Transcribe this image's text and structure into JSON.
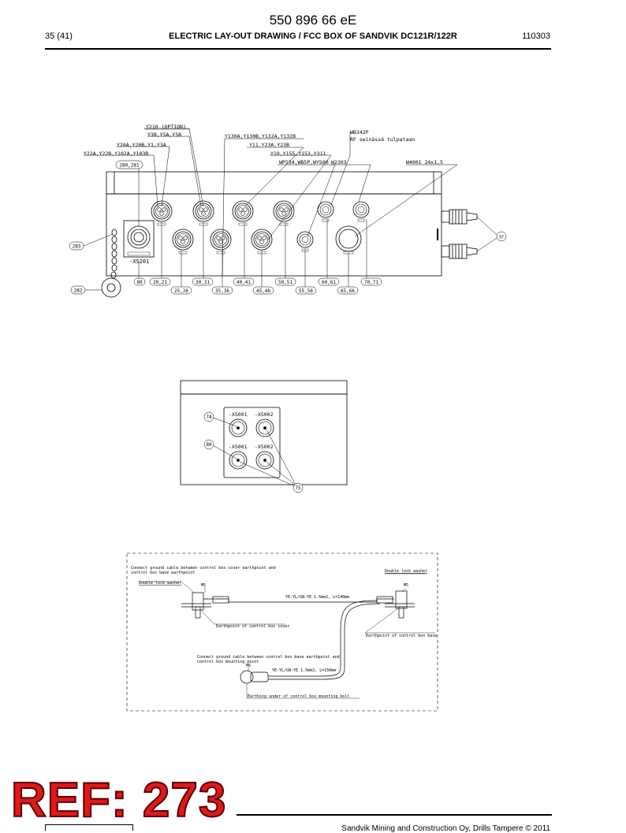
{
  "header": {
    "doc_number": "550 896 66 eE",
    "page": "35 (41)",
    "title": "ELECTRIC LAY-OUT DRAWING / FCC BOX OF SANDVIK DC121R/122R",
    "date": "110303"
  },
  "drawing1": {
    "labels_top": {
      "y210": "Y210 (OPTION)",
      "y3b": "Y3B,Y5A,Y5B",
      "y20a": "Y20A,Y20B,Y1,Y3A",
      "y22a": "Y22A,Y22B,Y102A,Y103B",
      "y130a": "Y130A,Y130B,Y132A,Y132B",
      "y11": "Y11,Y23A,Y23B",
      "y10": "Y10,Y155,Y153,Y311",
      "wp534": "WP534,WB5P,WY500",
      "wb342p": "WB342P",
      "rf": "RF seinässä tulpataan",
      "w2303": "W2303",
      "w4001": "W4001 24x1,5"
    },
    "circled": {
      "c280": "280,281",
      "c283": "283",
      "c282": "282",
      "c80": "80",
      "c20": "20,21",
      "c25": "25,26",
      "c30": "30,31",
      "c35": "35,36",
      "c40": "40,41",
      "c45": "45,46",
      "c50": "50,51",
      "c55": "55,56",
      "c60": "60,61",
      "c65": "65,66",
      "c70": "70,71",
      "c97": "97"
    },
    "xs201": "-XS201"
  },
  "drawing2": {
    "c74": "74",
    "c80": "80",
    "c75": "75",
    "x5001_top": "-X5001",
    "x5002_top": "-X5002",
    "x5001_bot": "-X5001",
    "x5002_bot": "-X5002"
  },
  "drawing3": {
    "note1_l1": "Connect ground cable between control box cover earthpoint and",
    "note1_l2": "control box base earthpoint",
    "dlw_left": "Double lock washer",
    "dlw_right": "Double lock washer",
    "m5_left": "M5",
    "m5_right": "M5",
    "m6": "M6",
    "cable1": "YE-YL/GN-YE 1.5mm2, L=140mm",
    "earth_cover": "Earthpoint of control box cover",
    "earth_base": "Earthpoint of control box base",
    "note2_l1": "Connect ground cable between control box base earthpoint and",
    "note2_l2": "control box mounting point",
    "cable2": "YE-YL/GN-YE 1.5mm2, L=150mm",
    "mount": "Earthing under of control box mounting bolt"
  },
  "stamp": {
    "ref": "REF: 273"
  },
  "footer": {
    "company": "Sandvik Mining and Construction Oy, Drills Tampere © 2011"
  }
}
